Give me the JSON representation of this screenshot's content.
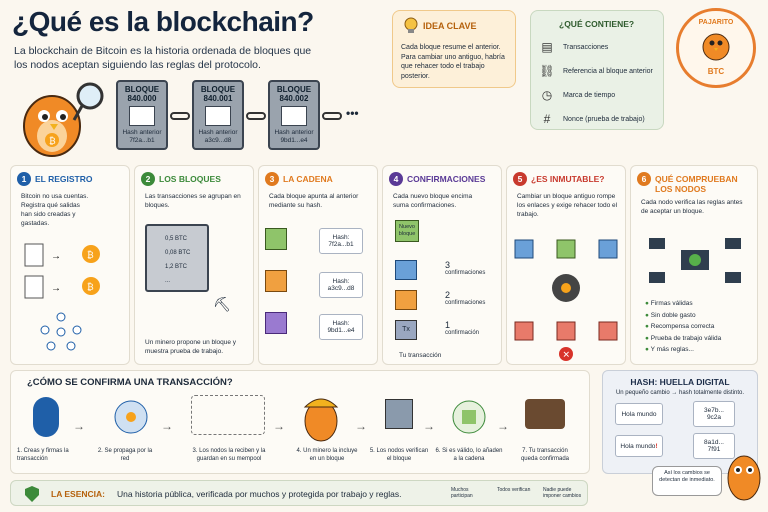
{
  "header": {
    "title": "¿Qué es la blockchain?",
    "subtitle": "La blockchain de Bitcoin es la historia ordenada de bloques que los nodos aceptan siguiendo las reglas del protocolo."
  },
  "blocks": [
    {
      "label": "BLOQUE",
      "number": "840.000",
      "prev_label": "Hash anterior",
      "prev": "7f2a...b1"
    },
    {
      "label": "BLOQUE",
      "number": "840.001",
      "prev_label": "Hash anterior",
      "prev": "a3c9...d8"
    },
    {
      "label": "BLOQUE",
      "number": "840.002",
      "prev_label": "Hash anterior",
      "prev": "9bd1...e4"
    }
  ],
  "ellipsis": "•••",
  "idea": {
    "title": "IDEA CLAVE",
    "text": "Cada bloque resume el anterior. Para cambiar uno antiguo, habría que rehacer todo el trabajo posterior."
  },
  "contains": {
    "title": "¿QUÉ CONTIENE?",
    "items": [
      "Transacciones",
      "Referencia al bloque anterior",
      "Marca de tiempo",
      "Nonce (prueba de trabajo)"
    ]
  },
  "seal": {
    "top": "PAJARITO",
    "bottom": "BTC"
  },
  "steps": [
    {
      "n": "1",
      "title": "EL REGISTRO",
      "text": "Bitcoin no usa cuentas. Registra qué salidas han sido creadas y gastadas.",
      "color": "#1f5fa8"
    },
    {
      "n": "2",
      "title": "LOS BLOQUES",
      "text": "Las transacciones se agrupan en bloques.",
      "foot": "Un minero propone un bloque y muestra prueba de trabajo.",
      "tx": [
        "0,5 BTC",
        "0,08 BTC",
        "1,2 BTC",
        "..."
      ],
      "color": "#3c8a3a"
    },
    {
      "n": "3",
      "title": "LA CADENA",
      "text": "Cada bloque apunta al anterior mediante su hash.",
      "hashes": [
        {
          "label": "Hash:",
          "value": "7f2a...b1"
        },
        {
          "label": "Hash:",
          "value": "a3c9...d8"
        },
        {
          "label": "Hash:",
          "value": "9bd1...e4"
        }
      ],
      "color": "#e07a1f"
    },
    {
      "n": "4",
      "title": "CONFIRMACIONES",
      "text": "Cada nuevo bloque encima suma confirmaciones.",
      "new_block": "Nuevo bloque",
      "tx": "Tx",
      "foot": "Tu transacción",
      "confs": [
        {
          "n": "3",
          "label": "confirmaciones"
        },
        {
          "n": "2",
          "label": "confirmaciones"
        },
        {
          "n": "1",
          "label": "confirmación"
        }
      ],
      "color": "#5a3a96"
    },
    {
      "n": "5",
      "title": "¿ES INMUTABLE?",
      "text": "Cambiar un bloque antiguo rompe los enlaces y exige rehacer todo el trabajo.",
      "color": "#c83a2e"
    },
    {
      "n": "6",
      "title": "QUÉ COMPRUEBAN LOS NODOS",
      "text": "Cada nodo verifica las reglas antes de aceptar un bloque.",
      "checks": [
        "Firmas válidas",
        "Sin doble gasto",
        "Recompensa correcta",
        "Prueba de trabajo válida",
        "Y más reglas..."
      ],
      "color": "#e07a1f"
    }
  ],
  "confirm": {
    "title": "¿CÓMO SE CONFIRMA UNA TRANSACCIÓN?",
    "steps": [
      "1. Creas y firmas la transacción",
      "2. Se propaga por la red",
      "3. Los nodos la reciben y la guardan en su mempool",
      "4. Un minero la incluye en un bloque",
      "5. Los nodos verifican el bloque",
      "6. Si es válido, lo añaden a la cadena",
      "7. Tu transacción queda confirmada"
    ]
  },
  "hash": {
    "title": "HASH: HUELLA DIGITAL",
    "subtitle": "Un pequeño cambio → hash totalmente distinto.",
    "in1": "Hola mundo",
    "out1a": "3e7b...",
    "out1b": "9c2a",
    "in2_pre": "Hola mundo",
    "in2_mark": "!",
    "out2a": "8a1d...",
    "out2b": "7f91",
    "bubble": "Así los cambios se detectan de inmediato."
  },
  "bottom": {
    "label": "LA ESENCIA:",
    "text": "Una historia pública, verificada por muchos y protegida por trabajo y reglas.",
    "minis": [
      "Muchos participan",
      "Todos verifican",
      "Nadie puede imponer cambios"
    ]
  }
}
